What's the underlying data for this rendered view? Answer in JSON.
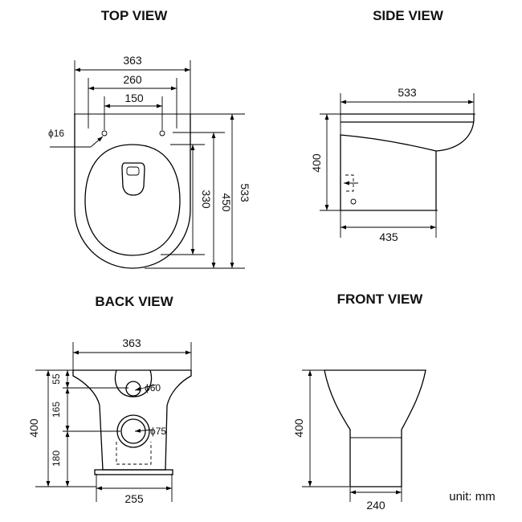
{
  "views": {
    "top": {
      "title": "TOP VIEW",
      "dims": {
        "width_outer": "363",
        "width_mid": "260",
        "width_inner": "150",
        "hole": "ϕ16",
        "depth_330": "330",
        "depth_450": "450",
        "depth_533": "533"
      }
    },
    "side": {
      "title": "SIDE VIEW",
      "dims": {
        "length_top": "533",
        "height": "400",
        "length_bottom": "435"
      }
    },
    "back": {
      "title": "BACK VIEW",
      "dims": {
        "width_top": "363",
        "height": "400",
        "seg_55": "55",
        "seg_165": "165",
        "seg_180": "180",
        "hole_small": "ϕ60",
        "hole_large": "ϕ75",
        "width_base": "255"
      }
    },
    "front": {
      "title": "FRONT  VIEW",
      "dims": {
        "height": "400",
        "width_base": "240"
      }
    }
  },
  "unit_label": "unit: mm"
}
